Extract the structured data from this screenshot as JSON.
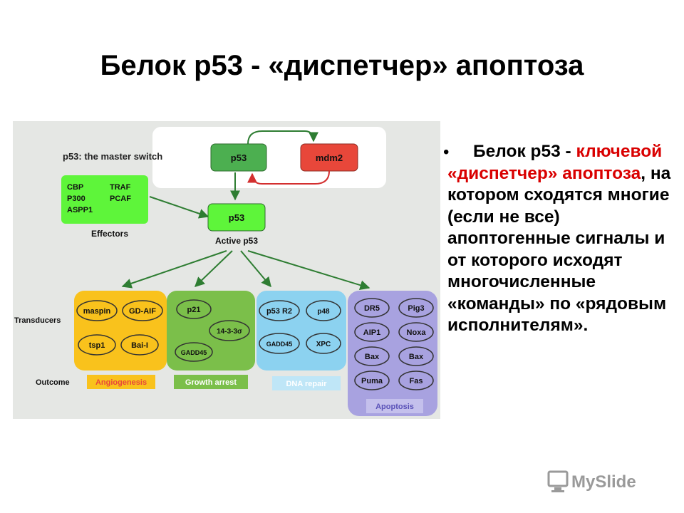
{
  "slide": {
    "title": "Белок р53 - «диспетчер» апоптоза",
    "bullet": {
      "lead": "Белок р53 -",
      "highlight": "ключевой «диспетчер» апоптоза",
      "rest": ", на котором сходятся многие (если не все) апоптогенные сигналы и от которого исходят многочисленные «команды» по «рядовым исполнителям»."
    },
    "logo_text": "MySlide"
  },
  "diagram": {
    "heading": "p53: the master switch",
    "effectors": {
      "items": [
        "CBP",
        "TRAF",
        "P300",
        "PCAF",
        "ASPP1"
      ],
      "label": "Effectors"
    },
    "p53": "p53",
    "mdm2": "mdm2",
    "active_p53": "p53",
    "active_label": "Active p53",
    "transducers_label": "Transducers",
    "outcome_label": "Outcome",
    "angiogenesis": {
      "items": [
        "maspin",
        "GD-AIF",
        "tsp1",
        "Bai-I"
      ],
      "label": "Angiogenesis"
    },
    "growth": {
      "items": [
        "p21",
        "14-3-3σ",
        "GADD45"
      ],
      "label": "Growth arrest"
    },
    "dna": {
      "items": [
        "p53 R2",
        "p48",
        "GADD45",
        "XPC"
      ],
      "label": "DNA repair"
    },
    "apoptosis": {
      "items": [
        "DR5",
        "Pig3",
        "AIP1",
        "Noxa",
        "Bax",
        "Bax",
        "Puma",
        "Fas"
      ],
      "label": "Apoptosis"
    },
    "colors": {
      "green": "#4caf50",
      "red": "#e8473a",
      "lime": "#5ef53a",
      "yellow": "#f9c21c",
      "olive": "#7bbf4a",
      "cyan": "#8cd2f0",
      "purple": "#a8a2e0",
      "arrow": "#2e7d32"
    }
  }
}
